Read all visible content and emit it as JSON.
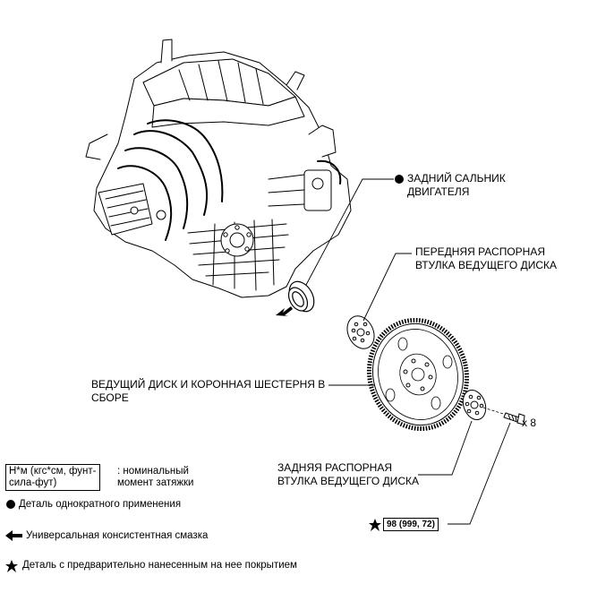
{
  "labels": {
    "rear_oil_seal": [
      "ЗАДНИЙ САЛЬНИК",
      "ДВИГАТЕЛЯ"
    ],
    "front_spacer": [
      "ПЕРЕДНЯЯ РАСПОРНАЯ",
      "ВТУЛКА ВЕДУЩЕГО ДИСКА"
    ],
    "drive_plate": [
      "ВЕДУЩИЙ ДИСК И КОРОННАЯ ШЕСТЕРНЯ В",
      "СБОРЕ"
    ],
    "rear_spacer": [
      "ЗАДНЯЯ РАСПОРНАЯ",
      "ВТУЛКА ВЕДУЩЕГО ДИСКА"
    ],
    "bolt_count": "x 8",
    "torque_value": "98 (999, 72)"
  },
  "legend": {
    "torque_unit": [
      "Н*м (кгс*см, фунт-",
      "сила-фут)"
    ],
    "torque_desc": [
      ": номинальный",
      "момент затяжки"
    ],
    "non_reusable": "Деталь однократного применения",
    "grease": "Универсальная консистентная смазка",
    "precoated": "Деталь с предварительно нанесенным на нее покрытием"
  }
}
